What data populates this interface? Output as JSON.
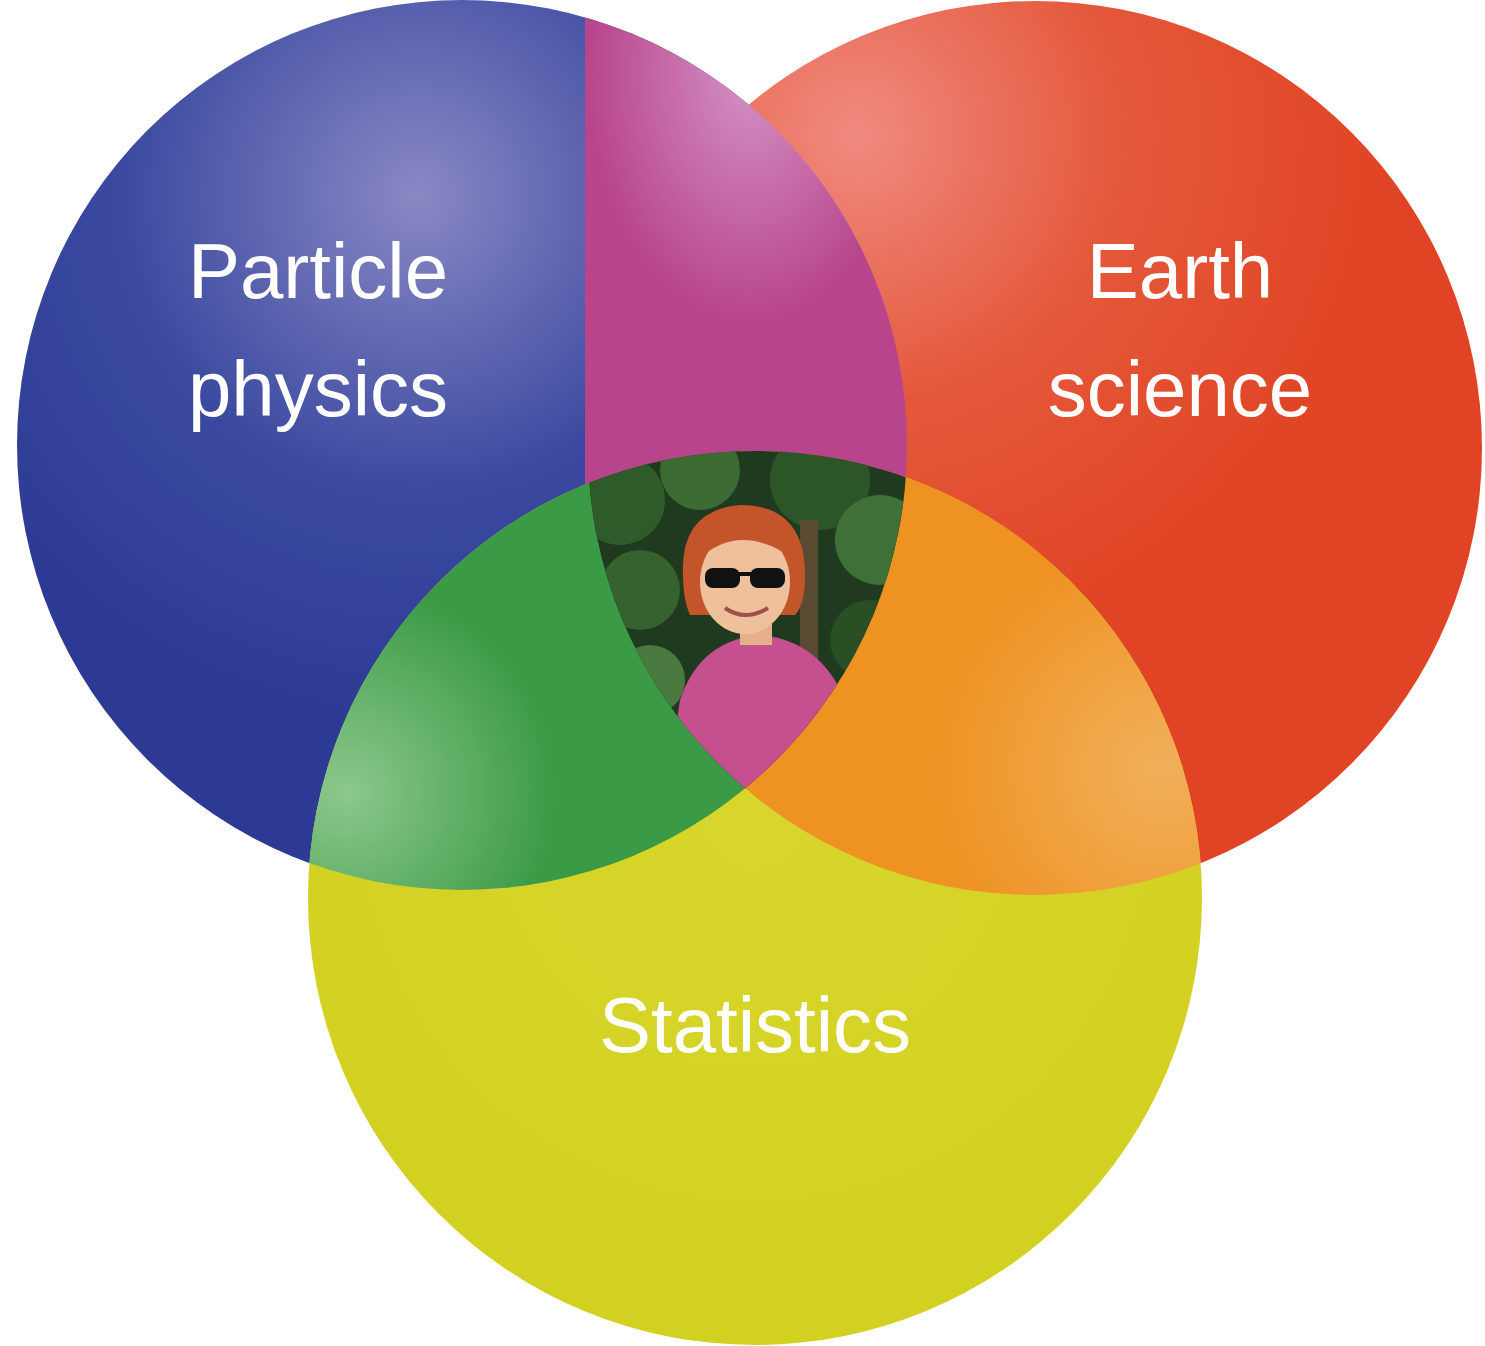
{
  "diagram": {
    "nodes": [
      {
        "text": [
          "Particle physics"
        ]
      },
      {
        "text": [
          "Earth science"
        ]
      },
      {
        "text": [
          "Statistics"
        ]
      }
    ]
  }
}
